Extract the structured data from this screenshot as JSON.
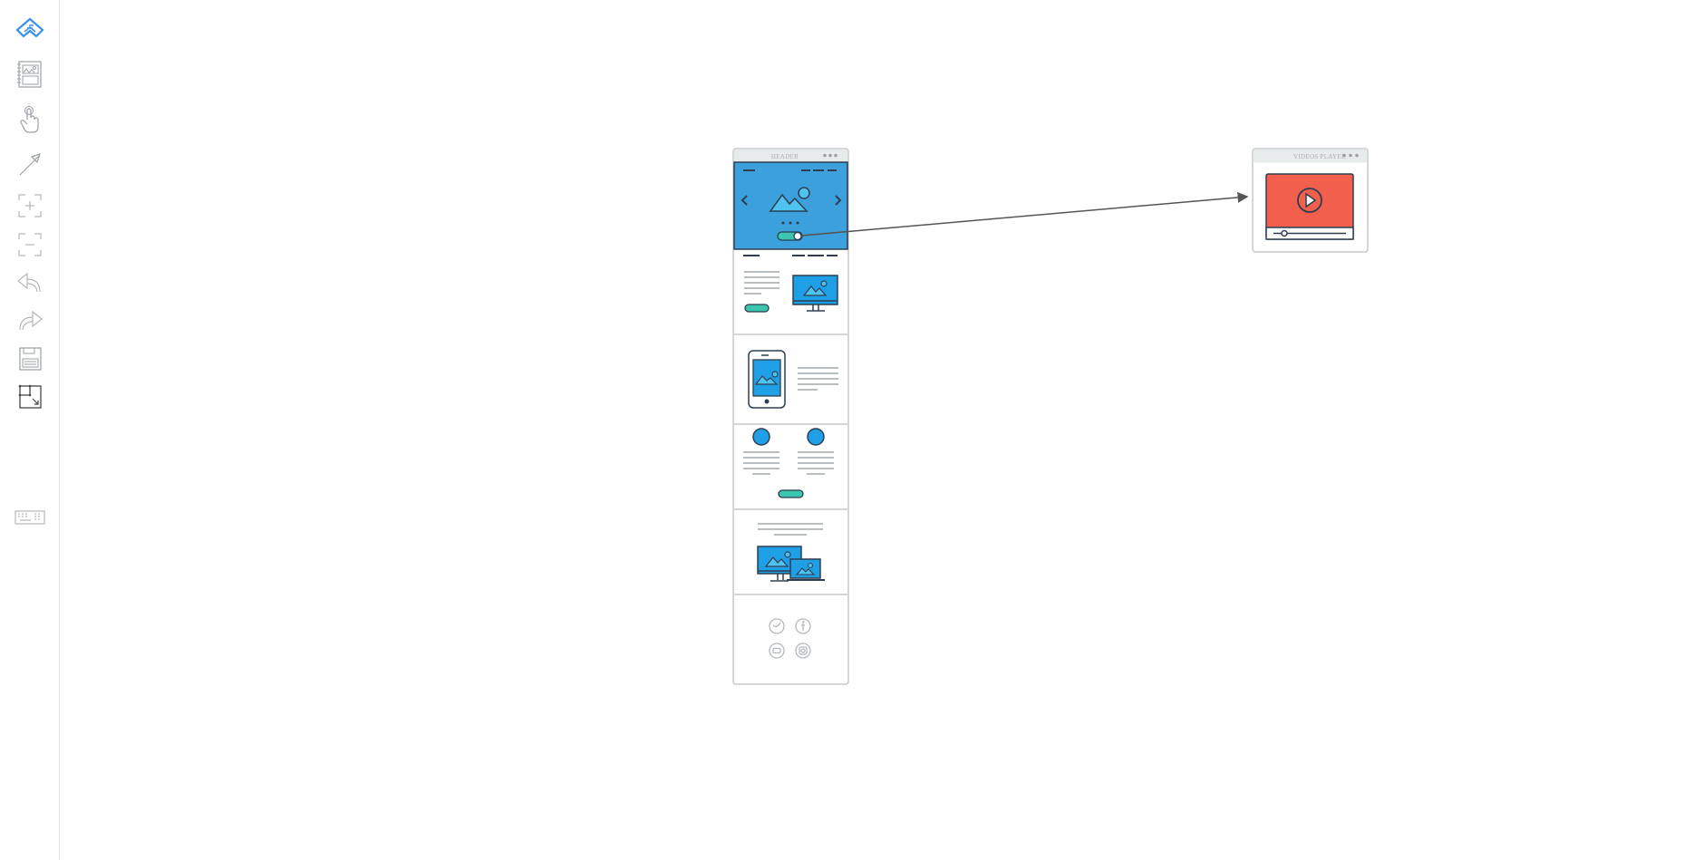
{
  "sidebar": {
    "tools": [
      {
        "name": "logo",
        "icon": "logo-icon"
      },
      {
        "name": "templates",
        "icon": "templates-icon"
      },
      {
        "name": "interaction",
        "icon": "hand-pointer-icon"
      },
      {
        "name": "link",
        "icon": "arrow-icon"
      },
      {
        "name": "zoom-in",
        "icon": "zoom-in-icon"
      },
      {
        "name": "zoom-out",
        "icon": "zoom-out-icon"
      },
      {
        "name": "undo",
        "icon": "undo-icon"
      },
      {
        "name": "redo",
        "icon": "redo-icon"
      },
      {
        "name": "save",
        "icon": "save-icon"
      },
      {
        "name": "resize",
        "icon": "resize-icon"
      },
      {
        "name": "keyboard-shortcuts",
        "icon": "keyboard-icon"
      }
    ]
  },
  "screens": {
    "main": {
      "title": "HEADER"
    },
    "video": {
      "title": "VIDEOS PLAYER"
    }
  },
  "colors": {
    "accent": "#3ba0db",
    "teal": "#3cc6b0",
    "red": "#f25f4c",
    "dark": "#2e3e50",
    "blue": "#1fa0e6"
  }
}
